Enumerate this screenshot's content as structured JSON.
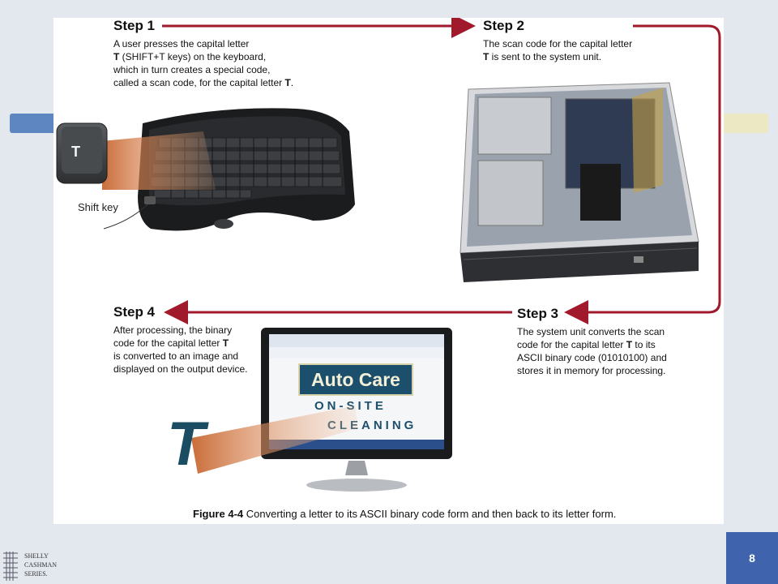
{
  "steps": [
    {
      "title": "Step 1",
      "lines": [
        "A user presses the capital letter",
        "<b>T</b> (SHIFT+T keys) on the keyboard,",
        "which in turn creates a special code,",
        "called a scan code, for the capital letter <b>T</b>."
      ]
    },
    {
      "title": "Step 2",
      "lines": [
        "The scan code for the capital letter",
        "<b>T</b> is sent to the system unit."
      ]
    },
    {
      "title": "Step 3",
      "lines": [
        "The system unit converts the scan",
        "code for the capital letter <b>T</b> to its",
        "ASCII binary code (01010100) and",
        "stores it in memory for processing."
      ]
    },
    {
      "title": "Step 4",
      "lines": [
        "After processing, the binary",
        "code for the capital letter <b>T</b>",
        "is converted to an image and",
        "displayed on the output device."
      ]
    }
  ],
  "keyboard": {
    "key_letter": "T",
    "shift_label": "Shift key"
  },
  "monitor": {
    "sign_title": "Auto Care",
    "sign_line1": "ON-SITE",
    "sign_line2": "CLEANING",
    "big_letter": "T"
  },
  "caption": {
    "figure": "Figure 4-4",
    "text": "Converting a letter to its ASCII binary code form and then back to its letter form."
  },
  "page_number": "8",
  "logo_lines": [
    "SHELLY",
    "CASHMAN",
    "SERIES."
  ],
  "colors": {
    "arrow": "#a11a2c",
    "page_badge": "#3f63ad",
    "sign_bg": "#1c4f6b",
    "sign_text": "#f4f0d8",
    "big_letter": "#1b4d62"
  }
}
